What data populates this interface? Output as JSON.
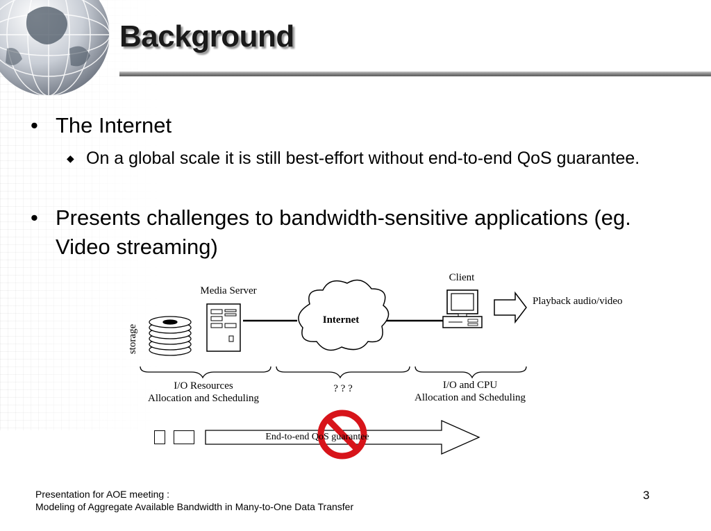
{
  "slide": {
    "title": "Background",
    "bullets": [
      {
        "text": "The Internet",
        "sub": [
          "On a global scale it is still best-effort without end-to-end QoS guarantee."
        ]
      },
      {
        "text": "Presents challenges to bandwidth-sensitive applications (eg. Video streaming)"
      }
    ],
    "bullet_mark": "•",
    "sub_mark": "◆"
  },
  "diagram": {
    "client": "Client",
    "media_server": "Media Server",
    "internet": "Internet",
    "storage": "storage",
    "playback": "Playback audio/video",
    "io_resources_line1": "I/O Resources",
    "io_resources_line2": "Allocation and Scheduling",
    "unknown": "? ? ?",
    "io_cpu_line1": "I/O and CPU",
    "io_cpu_line2": "Allocation and Scheduling",
    "end_to_end": "End-to-end QoS guarantee",
    "no_sign_color": "#d7141a"
  },
  "footer": {
    "line1": "Presentation for AOE meeting :",
    "line2": "Modeling of Aggregate Available Bandwidth in Many-to-One Data Transfer",
    "page_number": "3"
  }
}
